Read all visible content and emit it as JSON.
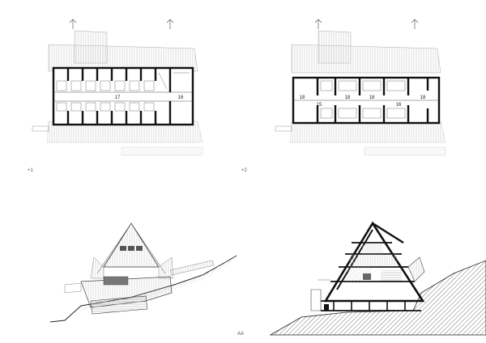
{
  "sheet": {
    "panels": [
      {
        "id": "plan-level-1",
        "level_label": "+1",
        "room_labels": [
          "17",
          "16"
        ]
      },
      {
        "id": "plan-level-2",
        "level_label": "+2",
        "room_labels": [
          "18",
          "15",
          "18",
          "18",
          "16",
          "18"
        ]
      },
      {
        "id": "elevation",
        "level_label": ""
      },
      {
        "id": "section",
        "level_label": "",
        "section_mark": "AA"
      }
    ]
  }
}
